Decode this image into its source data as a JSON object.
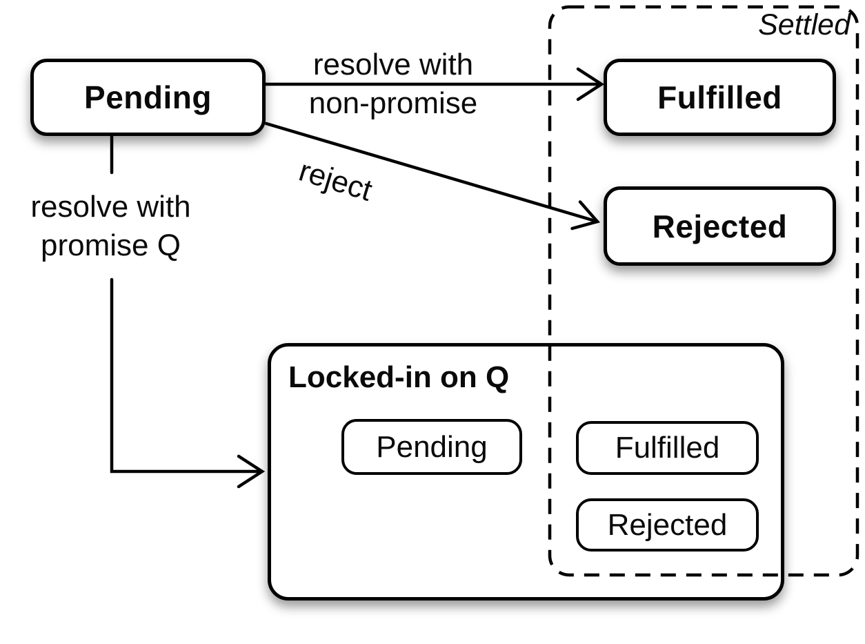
{
  "colors": {
    "stroke": "#000000",
    "node_fill": "#ffffff",
    "background": "#ffffff"
  },
  "nodes": {
    "pending": {
      "label": "Pending"
    },
    "fulfilled": {
      "label": "Fulfilled"
    },
    "rejected": {
      "label": "Rejected"
    },
    "settled_group": {
      "label": "Settled"
    },
    "locked_in": {
      "label": "Locked-in on Q"
    },
    "locked_pending": {
      "label": "Pending"
    },
    "locked_fulfilled": {
      "label": "Fulfilled"
    },
    "locked_rejected": {
      "label": "Rejected"
    }
  },
  "edges": {
    "resolve_non_promise": {
      "line1": "resolve with",
      "line2": "non-promise"
    },
    "reject": {
      "label": "reject"
    },
    "resolve_promise_q": {
      "line1": "resolve with",
      "line2": "promise Q"
    }
  }
}
